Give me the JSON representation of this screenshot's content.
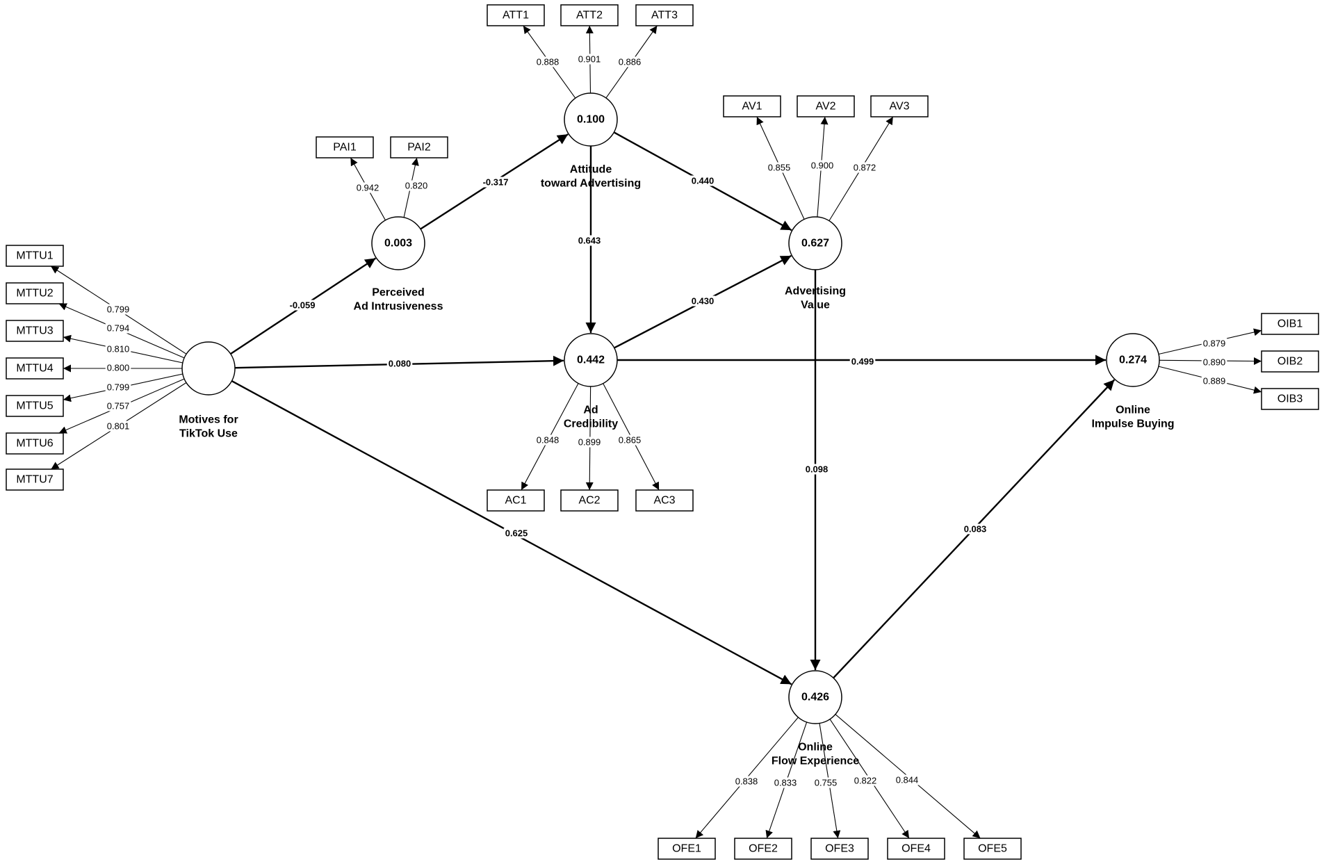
{
  "latent_variables": [
    {
      "id": "MTTU",
      "value": "",
      "name_lines": [
        "Motives for",
        "TikTok Use"
      ]
    },
    {
      "id": "PAI",
      "value": "0.003",
      "name_lines": [
        "Perceived",
        "Ad Intrusiveness"
      ]
    },
    {
      "id": "ATT",
      "value": "0.100",
      "name_lines": [
        "Attitude",
        "toward Advertising"
      ]
    },
    {
      "id": "AC",
      "value": "0.442",
      "name_lines": [
        "Ad",
        "Credibility"
      ]
    },
    {
      "id": "AV",
      "value": "0.627",
      "name_lines": [
        "Advertising",
        "Value"
      ]
    },
    {
      "id": "OIB",
      "value": "0.274",
      "name_lines": [
        "Online",
        "Impulse Buying"
      ]
    },
    {
      "id": "OFE",
      "value": "0.426",
      "name_lines": [
        "Online",
        "Flow Experience"
      ]
    }
  ],
  "indicators": [
    {
      "id": "MTTU1",
      "construct": "MTTU",
      "loading": "0.799"
    },
    {
      "id": "MTTU2",
      "construct": "MTTU",
      "loading": "0.794"
    },
    {
      "id": "MTTU3",
      "construct": "MTTU",
      "loading": "0.810"
    },
    {
      "id": "MTTU4",
      "construct": "MTTU",
      "loading": "0.800"
    },
    {
      "id": "MTTU5",
      "construct": "MTTU",
      "loading": "0.799"
    },
    {
      "id": "MTTU6",
      "construct": "MTTU",
      "loading": "0.757"
    },
    {
      "id": "MTTU7",
      "construct": "MTTU",
      "loading": "0.801"
    },
    {
      "id": "PAI1",
      "construct": "PAI",
      "loading": "0.942"
    },
    {
      "id": "PAI2",
      "construct": "PAI",
      "loading": "0.820"
    },
    {
      "id": "ATT1",
      "construct": "ATT",
      "loading": "0.888"
    },
    {
      "id": "ATT2",
      "construct": "ATT",
      "loading": "0.901"
    },
    {
      "id": "ATT3",
      "construct": "ATT",
      "loading": "0.886"
    },
    {
      "id": "AV1",
      "construct": "AV",
      "loading": "0.855"
    },
    {
      "id": "AV2",
      "construct": "AV",
      "loading": "0.900"
    },
    {
      "id": "AV3",
      "construct": "AV",
      "loading": "0.872"
    },
    {
      "id": "AC1",
      "construct": "AC",
      "loading": "0.848"
    },
    {
      "id": "AC2",
      "construct": "AC",
      "loading": "0.899"
    },
    {
      "id": "AC3",
      "construct": "AC",
      "loading": "0.865"
    },
    {
      "id": "OIB1",
      "construct": "OIB",
      "loading": "0.879"
    },
    {
      "id": "OIB2",
      "construct": "OIB",
      "loading": "0.890"
    },
    {
      "id": "OIB3",
      "construct": "OIB",
      "loading": "0.889"
    },
    {
      "id": "OFE1",
      "construct": "OFE",
      "loading": "0.838"
    },
    {
      "id": "OFE2",
      "construct": "OFE",
      "loading": "0.833"
    },
    {
      "id": "OFE3",
      "construct": "OFE",
      "loading": "0.755"
    },
    {
      "id": "OFE4",
      "construct": "OFE",
      "loading": "0.822"
    },
    {
      "id": "OFE5",
      "construct": "OFE",
      "loading": "0.844"
    }
  ],
  "paths": [
    {
      "from": "MTTU",
      "to": "PAI",
      "coef": "-0.059"
    },
    {
      "from": "MTTU",
      "to": "AC",
      "coef": "0.080"
    },
    {
      "from": "MTTU",
      "to": "OFE",
      "coef": "0.625"
    },
    {
      "from": "PAI",
      "to": "ATT",
      "coef": "-0.317"
    },
    {
      "from": "ATT",
      "to": "AC",
      "coef": "0.643"
    },
    {
      "from": "ATT",
      "to": "AV",
      "coef": "0.440"
    },
    {
      "from": "AC",
      "to": "AV",
      "coef": "0.430"
    },
    {
      "from": "AC",
      "to": "OIB",
      "coef": "0.499"
    },
    {
      "from": "AV",
      "to": "OFE",
      "coef": "0.098"
    },
    {
      "from": "OFE",
      "to": "OIB",
      "coef": "0.083"
    }
  ]
}
